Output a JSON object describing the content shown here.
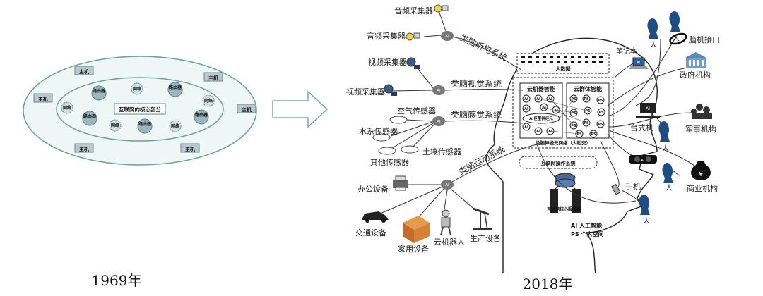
{
  "left": {
    "year": "1969年",
    "core_label": "互联网的核心部分",
    "host": "主机",
    "router": "路由器",
    "network": "网络"
  },
  "right": {
    "year": "2018年",
    "big_data": "大数据",
    "cloud_robot_intel": "云机器智能",
    "cloud_group_intel": "云群体智能",
    "ai_giant_neuron": "AI巨型神经元",
    "neural_net": "类脑神经元网络（大社交）",
    "os": "互联网操作系统",
    "core_server": "互联网核心服务器",
    "legend_ai": "AI  人工智能",
    "legend_ps": "PS  个人空间",
    "ai": "AI",
    "ps": "PS",
    "auditory": "类脑听觉系统",
    "visual": "类脑视觉系统",
    "sensory": "类脑感觉系统",
    "motor": "类脑运动系统",
    "audio1": "音频采集器",
    "audio2": "音频采集器",
    "video1": "视频采集器",
    "video2": "视频采集器",
    "air": "空气传感器",
    "water": "水系传感器",
    "other": "其他传感器",
    "soil": "土壤传感器",
    "office": "办公设备",
    "traffic": "交通设备",
    "home": "家用设备",
    "robot": "云机器人",
    "production": "生产设备",
    "laptop": "笔记本",
    "bci": "脑机接口",
    "gov": "政府机构",
    "desktop": "台式机",
    "military": "军事机构",
    "business": "商业机构",
    "phone": "手机",
    "person": "人"
  }
}
